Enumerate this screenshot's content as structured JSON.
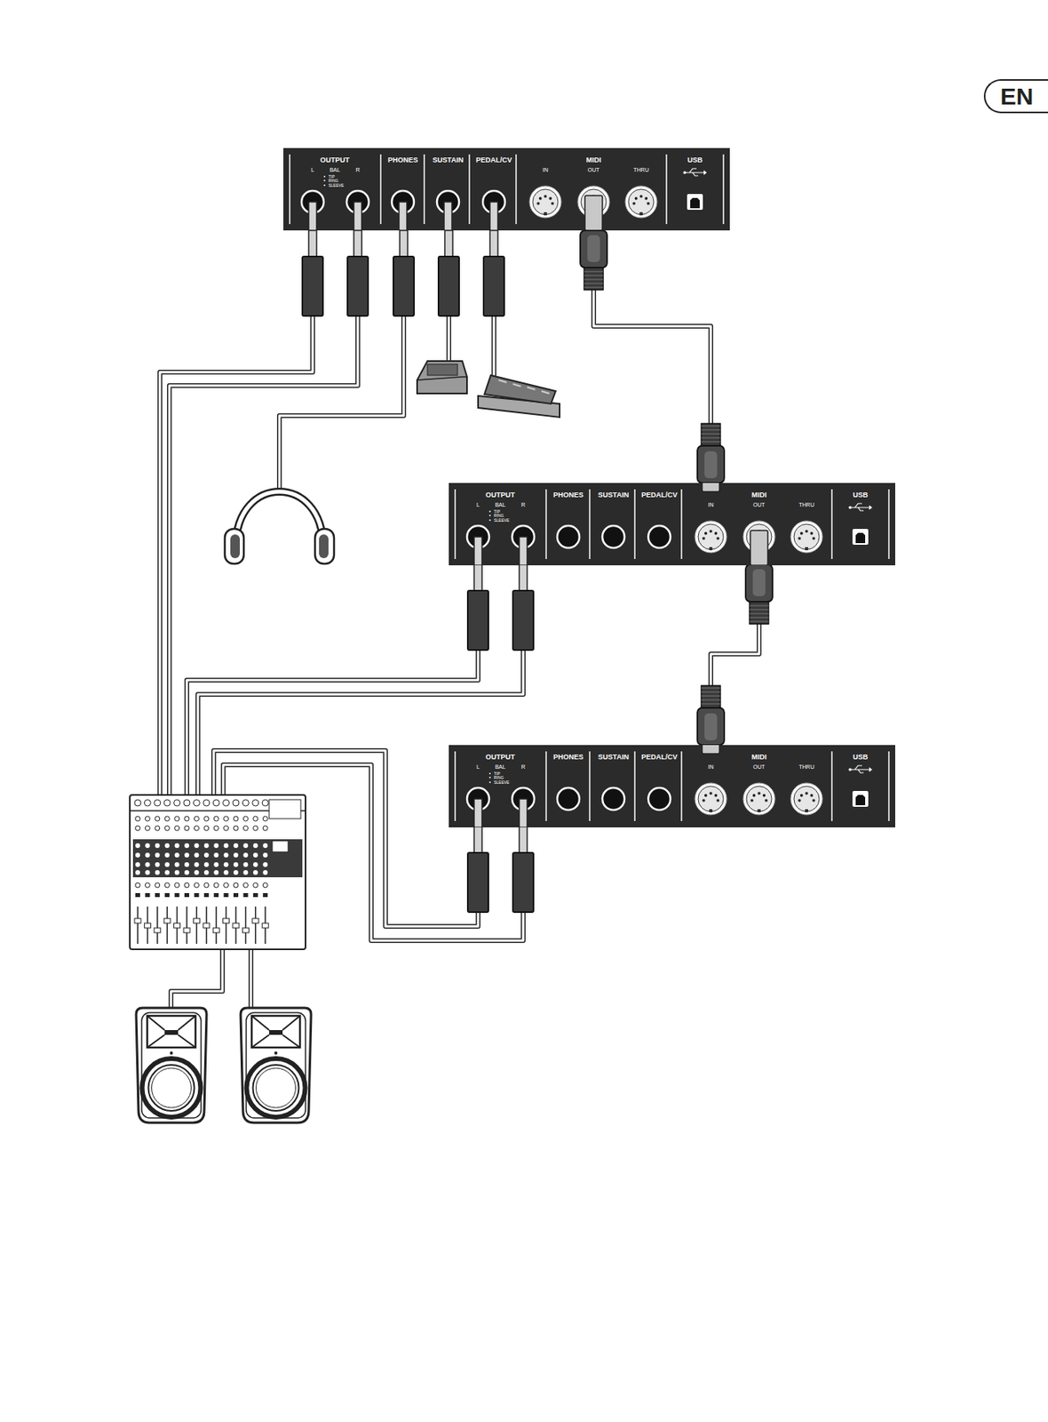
{
  "diagram": {
    "nodes": [
      {
        "text": [
          "EN"
        ]
      },
      {
        "text": [
          "OUTPUT",
          "L",
          "BAL",
          "R",
          "TIP",
          "RING",
          "SLEEVE",
          "PHONES",
          "SUSTAIN",
          "PEDAL/CV",
          "MIDI",
          "IN",
          "OUT",
          "THRU",
          "USB"
        ]
      },
      {
        "text": [
          "OUTPUT",
          "L",
          "BAL",
          "R",
          "TIP",
          "RING",
          "SLEEVE",
          "PHONES",
          "SUSTAIN",
          "PEDAL/CV",
          "MIDI",
          "IN",
          "OUT",
          "THRU",
          "USB"
        ]
      },
      {
        "text": [
          "OUTPUT",
          "L",
          "BAL",
          "R",
          "TIP",
          "RING",
          "SLEEVE",
          "PHONES",
          "SUSTAIN",
          "PEDAL/CV",
          "MIDI",
          "IN",
          "OUT",
          "THRU",
          "USB"
        ]
      }
    ],
    "edges": [
      {
        "from": 1,
        "to": 2,
        "arrow": "none"
      },
      {
        "from": 2,
        "to": 3,
        "arrow": "none"
      }
    ]
  }
}
